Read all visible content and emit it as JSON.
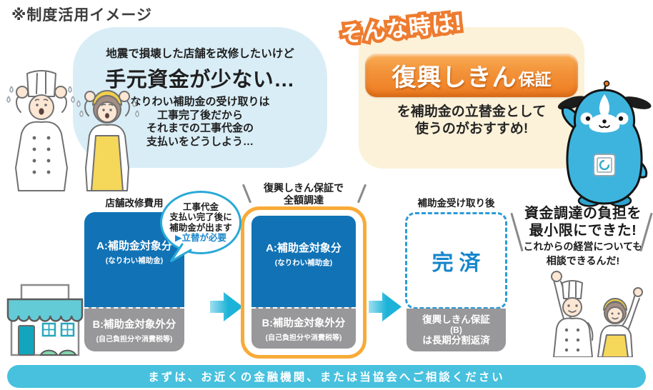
{
  "title": "※制度活用イメージ",
  "problem": {
    "bubble_line1": "地震で損壊した店舗を改修したいけど",
    "bubble_highlight": "手元資金が少ない…",
    "bubble_lines": [
      "なりわい補助金の受け取りは",
      "工事完了後だから",
      "それまでの工事代金の",
      "支払いをどうしよう…"
    ]
  },
  "solution": {
    "badge": "そんな時は!",
    "product_name_main": "復興しきん",
    "product_name_suffix": "保証",
    "desc_line1": "を補助金の立替金として",
    "desc_line2": "使うのがおすすめ!"
  },
  "flow": {
    "step1": {
      "label": "店舗改修費用",
      "callout_lines": [
        "工事代金",
        "支払い完了後に",
        "補助金が出ます"
      ],
      "callout_note": "▶立替が必要",
      "segment_a_title": "A:補助金対象分",
      "segment_a_sub": "(なりわい補助金)",
      "segment_b_title": "B:補助金対象外分",
      "segment_b_sub": "(自己負担分や消費税等)"
    },
    "step2": {
      "label_line1": "復興しきん保証で",
      "label_line2": "全額調達",
      "segment_a_title": "A:補助金対象分",
      "segment_a_sub": "(なりわい補助金)",
      "segment_b_title": "B:補助金対象外分",
      "segment_b_sub": "(自己負担分や消費税等)"
    },
    "step3": {
      "label": "補助金受け取り後",
      "status": "完済",
      "note_line1": "復興しきん保証",
      "note_line2": "(B)",
      "note_line3": "は長期分割返済"
    },
    "result": {
      "line1": "資金調達の負担を",
      "line2": "最小限にできた!",
      "line3": "これからの経営についても",
      "line4": "相談できるんだ!"
    }
  },
  "footer": {
    "text": "まずは、お近くの金融機関、または当協会へご相談ください"
  },
  "colors": {
    "bubble_blue": "#d9edf6",
    "box_blue": "#1173b6",
    "box_gray": "#98989a",
    "arrow_cyan": "#1db3d8",
    "banner_cyan": "#47c1de",
    "accent_orange": "#ee7b2f",
    "frame_gold": "#f8ab38",
    "card_cream": "#fcf2d9",
    "status_blue": "#1886cb",
    "mascot_blue": "#3db4de"
  }
}
